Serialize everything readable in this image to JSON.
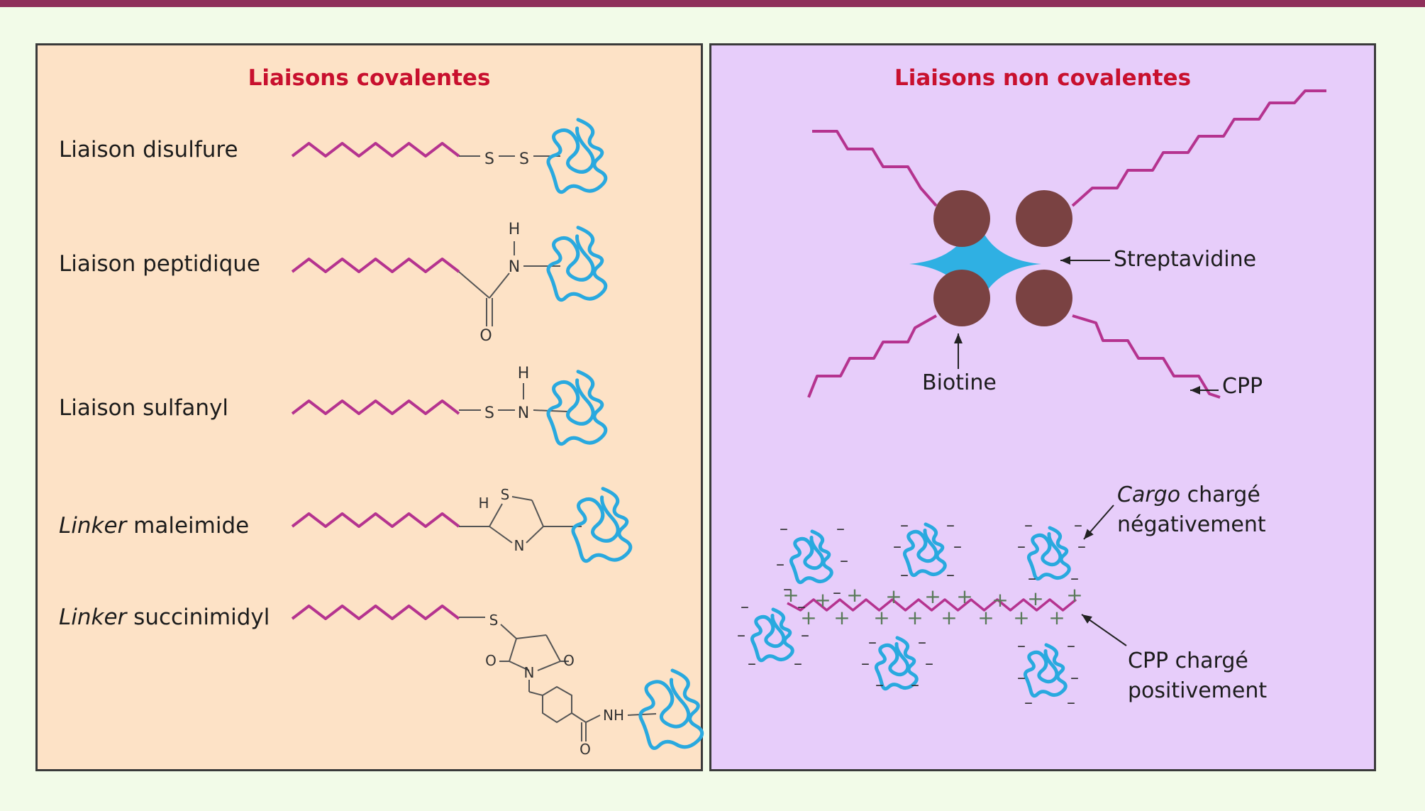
{
  "covalent": {
    "title": "Liaisons covalentes",
    "rows": [
      {
        "label": "Liaison disulfure",
        "atoms": [
          "S",
          "S"
        ]
      },
      {
        "label": "Liaison peptidique",
        "atoms": [
          "H",
          "N",
          "O"
        ]
      },
      {
        "label": "Liaison sulfanyl",
        "atoms": [
          "H",
          "S",
          "N"
        ]
      },
      {
        "label_italic": "Linker",
        "label_rest": " maleimide",
        "atoms": [
          "H",
          "S",
          "N"
        ]
      },
      {
        "label_italic": "Linker",
        "label_rest": " succinimidyl",
        "atoms": [
          "S",
          "O",
          "N",
          "O",
          "NH",
          "O"
        ]
      }
    ]
  },
  "noncovalent": {
    "title": "Liaisons non covalentes",
    "streptavidine": "Streptavidine",
    "biotine": "Biotine",
    "cpp": "CPP",
    "cargo_italic": "Cargo",
    "cargo_rest": " chargé",
    "cargo_line2": "négativement",
    "cpp_charged_line1": "CPP chargé",
    "cpp_charged_line2": "positivement",
    "plus_sign": "+",
    "minus_sign": "–"
  },
  "colors": {
    "peptide": "#b5338f",
    "cargo": "#29a9df",
    "biotin": "#7a4242",
    "streptavidin": "#2fb0e3",
    "title": "#c8102e",
    "bar": "#8f2f5a",
    "left_bg": "#fde2c6",
    "right_bg": "#e7cdfa"
  }
}
